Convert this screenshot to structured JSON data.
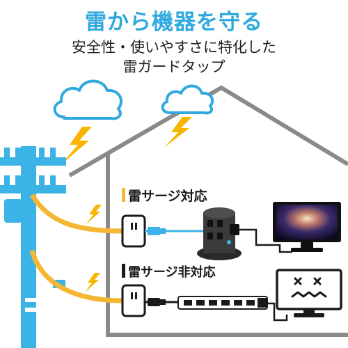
{
  "header": {
    "title": "雷から機器を守る",
    "subtitle_line1": "安全性・使いやすさに特化した",
    "subtitle_line2": "雷ガードタップ"
  },
  "labels": {
    "protected": "雷サージ対応",
    "unprotected": "雷サージ非対応"
  },
  "colors": {
    "accent_blue": "#2fa9df",
    "lightning_yellow": "#f7b500",
    "wire_orange": "#f5b733",
    "house_gray": "#8a8a8a",
    "ink": "#1a1a1a"
  },
  "icons": [
    "cloud-icon",
    "lightning-icon",
    "utility-pole-icon",
    "wall-outlet-icon",
    "surge-tower-icon",
    "tv-icon",
    "broken-monitor-icon",
    "power-strip-icon"
  ]
}
